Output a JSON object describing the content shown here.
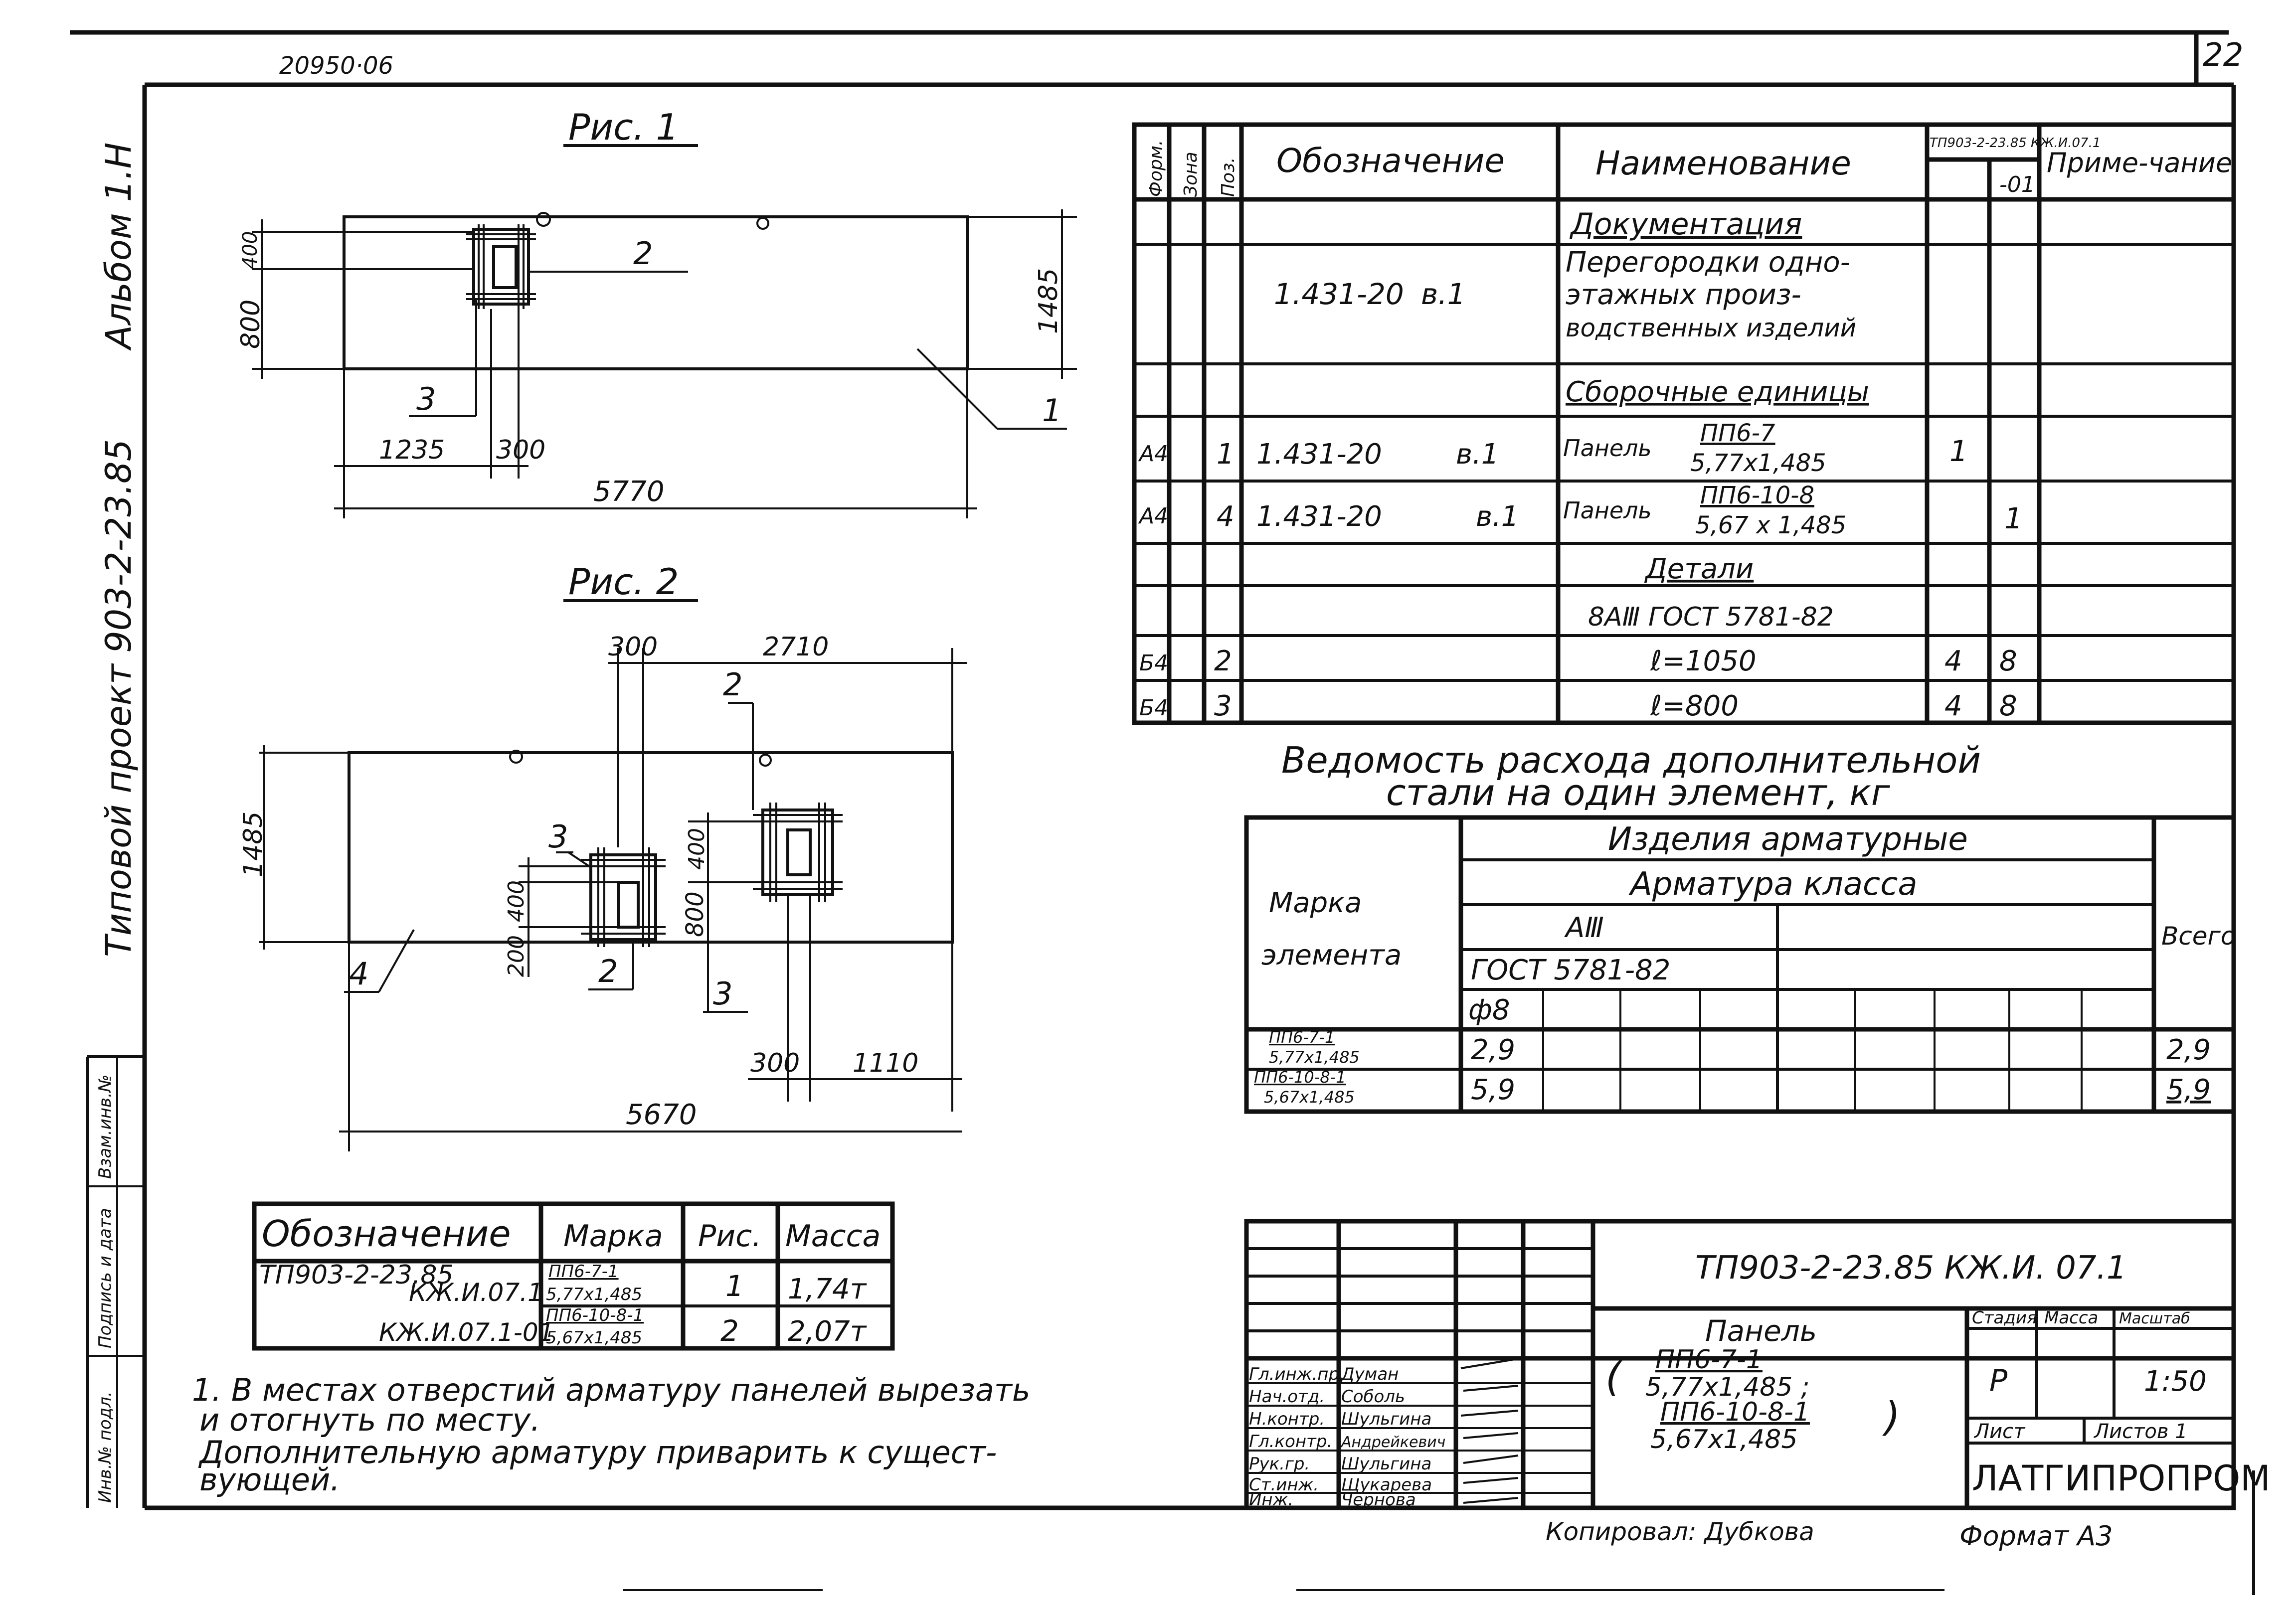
{
  "sheet": {
    "doc_number": "20950·06",
    "page_number": "22",
    "album": "Альбом 1.Н",
    "project": "Типовой проект 903-2-23.85"
  },
  "fig1": {
    "title": "Рис. 1",
    "dims": {
      "d400": "400",
      "d800": "800",
      "d1485": "1485",
      "d1235": "1235",
      "d300": "300",
      "d5770": "5770"
    },
    "labels": {
      "p1": "1",
      "p2": "2",
      "p3": "3"
    }
  },
  "fig2": {
    "title": "Рис. 2",
    "dims": {
      "d300a": "300",
      "d2710": "2710",
      "d1485": "1485",
      "d400a": "400",
      "d800": "800",
      "d400b": "400",
      "d200": "200",
      "d300b": "300",
      "d1110": "1110",
      "d5670": "5670"
    },
    "labels": {
      "p2a": "2",
      "p3a": "3",
      "p4": "4",
      "p2b": "2",
      "p3b": "3"
    }
  },
  "spec": {
    "headers": {
      "format": "Форм.",
      "zone": "Зона",
      "pos": "Поз.",
      "designation": "Обозначение",
      "name": "Наименование",
      "qty_doc": "ТП903-2-23.85 КЖ.И.07.1",
      "qty_01": "-01",
      "note": "Приме-чание"
    },
    "section_docs": "Документация",
    "doc_row": {
      "designation": "1.431-20",
      "issue": "в.1",
      "name_l1": "Перегородки одно-",
      "name_l2": "этажных произ-",
      "name_l3": "водственных изделий"
    },
    "section_assemblies": "Сборочные единицы",
    "rows": [
      {
        "format": "А4",
        "pos": "1",
        "designation": "1.431-20",
        "issue": "в.1",
        "name": "Панель",
        "mark": "ПП6-7",
        "size": "5,77x1,485",
        "q1": "1",
        "q2": ""
      },
      {
        "format": "А4",
        "pos": "4",
        "designation": "1.431-20",
        "issue": "в.1",
        "name": "Панель",
        "mark": "ПП6-10-8",
        "size": "5,67 x 1,485",
        "q1": "",
        "q2": "1"
      }
    ],
    "section_parts": "Детали",
    "parts_spec": "8АⅢ  ГОСТ 5781-82",
    "parts": [
      {
        "format": "Б4",
        "pos": "2",
        "name": "ℓ=1050",
        "q1": "4",
        "q2": "8"
      },
      {
        "format": "Б4",
        "pos": "3",
        "name": "ℓ=800",
        "q1": "4",
        "q2": "8"
      }
    ]
  },
  "steel": {
    "title_l1": "Ведомость   расхода      дополнительной",
    "title_l2": "стали    на    один    элемент, кг",
    "h_products": "Изделия арматурные",
    "h_class": "Арматура   класса",
    "h_mark_l1": "Марка",
    "h_mark_l2": "элемента",
    "h_grade": "АⅢ",
    "h_gost": "ГОСТ 5781-82",
    "h_dia": "ф8",
    "h_total": "Всего",
    "rows": [
      {
        "mark_l1": "ПП6-7-1",
        "mark_l2": "5,77x1,485",
        "value": "2,9",
        "total": "2,9"
      },
      {
        "mark_l1": "ПП6-10-8-1",
        "mark_l2": "5,67x1,485",
        "value": "5,9",
        "total": "5,9"
      }
    ]
  },
  "marks": {
    "headers": {
      "designation": "Обозначение",
      "mark": "Марка",
      "fig": "Рис.",
      "mass": "Масса"
    },
    "rows": [
      {
        "des_l1": "ТП903-2-23.85",
        "des_l2": "КЖ.И.07.1",
        "mark_l1": "ПП6-7-1",
        "mark_l2": "5,77x1,485",
        "fig": "1",
        "mass": "1,74т"
      },
      {
        "des_l1": "",
        "des_l2": "КЖ.И.07.1-01",
        "mark_l1": "ПП6-10-8-1",
        "mark_l2": "5,67x1,485",
        "fig": "2",
        "mass": "2,07т"
      }
    ]
  },
  "notes": {
    "l1": "1. В местах отверстий арматуру панелей вырезать",
    "l2": "и отогнуть по месту.",
    "l3": "Дополнительную арматуру приварить к сущест-",
    "l4": "вующей."
  },
  "stamp": {
    "code": "ТП903-2-23.85     КЖ.И. 07.1",
    "title_l1": "Панель",
    "title_l2": "ПП6-7-1",
    "title_l3": "5,77x1,485 ;",
    "title_l4": "ПП6-10-8-1",
    "title_l5": "5,67x1,485",
    "stage_h": "Стадия",
    "mass_h": "Масса",
    "scale_h": "Масштаб",
    "stage": "Р",
    "scale": "1:50",
    "sheet_h": "Лист",
    "sheets_h": "Листов 1",
    "org": "ЛАТГИПРОПРОМ",
    "roles": [
      "Гл.инж.пр.",
      "Нач.отд.",
      "Н.контр.",
      "Гл.контр.",
      "Рук.гр.",
      "Ст.инж.",
      "Инж."
    ],
    "names": [
      "Думан",
      "Соболь",
      "Шульгина",
      "Андрейкевич",
      "Шульгина",
      "Щукарева",
      "Чернова"
    ],
    "copied": "Копировал: Дубкова",
    "format": "Формат А3"
  },
  "left_strip": {
    "inv": "Инв.№ подл.",
    "sign": "Подпись и дата",
    "replace": "Взам.инв.№"
  }
}
